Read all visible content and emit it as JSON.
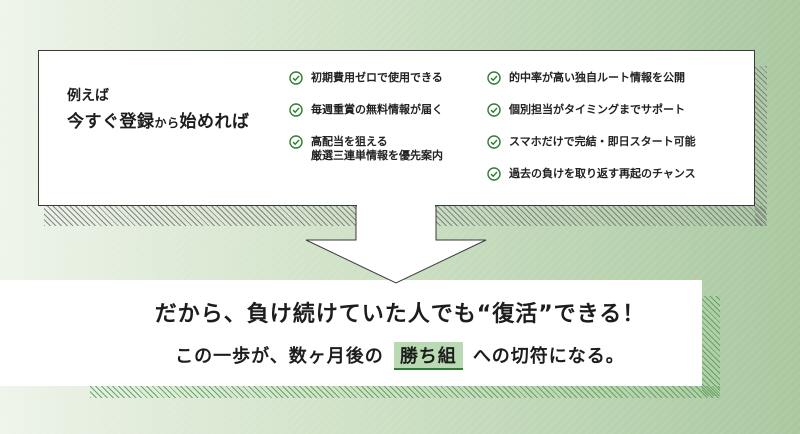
{
  "lead": {
    "small": "例えば",
    "large_a": "今すぐ登録",
    "large_b": "から",
    "large_c": "始めれば"
  },
  "features_left": [
    {
      "lines": [
        "初期費用ゼロで使用できる"
      ]
    },
    {
      "lines": [
        "毎週重賞の無料情報が届く"
      ]
    },
    {
      "lines": [
        "高配当を狙える",
        "厳選三連単情報を優先案内"
      ]
    }
  ],
  "features_right": [
    {
      "lines": [
        "的中率が高い独自ルート情報を公開"
      ]
    },
    {
      "lines": [
        "個別担当がタイミングまでサポート"
      ]
    },
    {
      "lines": [
        "スマホだけで完結・即日スタート可能"
      ]
    },
    {
      "lines": [
        "過去の負けを取り返す再起のチャンス"
      ]
    }
  ],
  "headline": "だから、負け続けていた人でも“復活”できる！",
  "subline": {
    "before": "この一歩が、数ヶ月後の",
    "highlight": "勝ち組",
    "after": "への切符になる。"
  },
  "colors": {
    "check": "#2e7d32",
    "highlight_bg": "#b9dab3"
  },
  "icons": {
    "check": "check-circle-icon",
    "arrow": "down-arrow-icon"
  }
}
